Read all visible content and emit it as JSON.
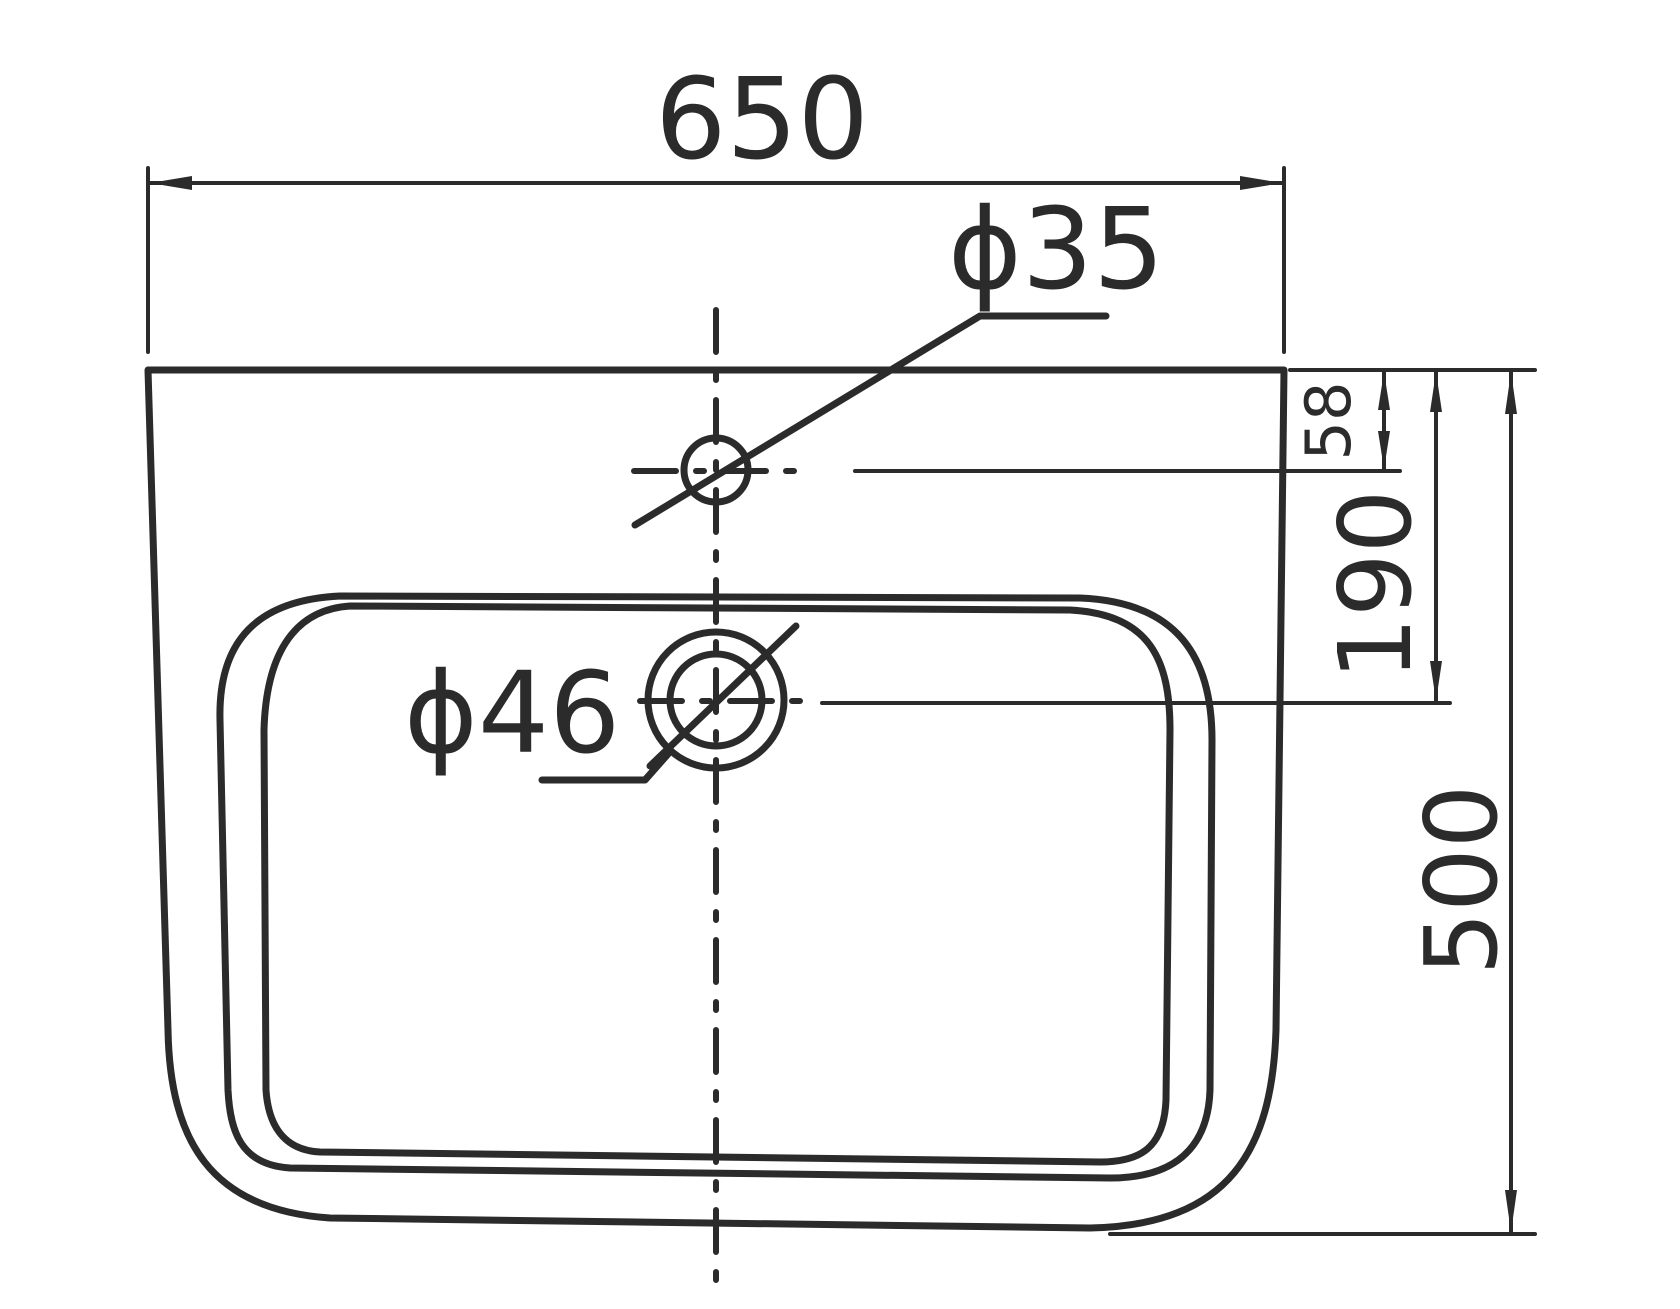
{
  "dimensions": {
    "overall_width": "650",
    "overall_depth": "500",
    "tap_hole_offset": "58",
    "drain_offset": "190"
  },
  "holes": {
    "tap_hole_diameter": "ϕ35",
    "drain_diameter": "ϕ46"
  },
  "colors": {
    "line": "#2b2b2b",
    "background": "#ffffff"
  }
}
